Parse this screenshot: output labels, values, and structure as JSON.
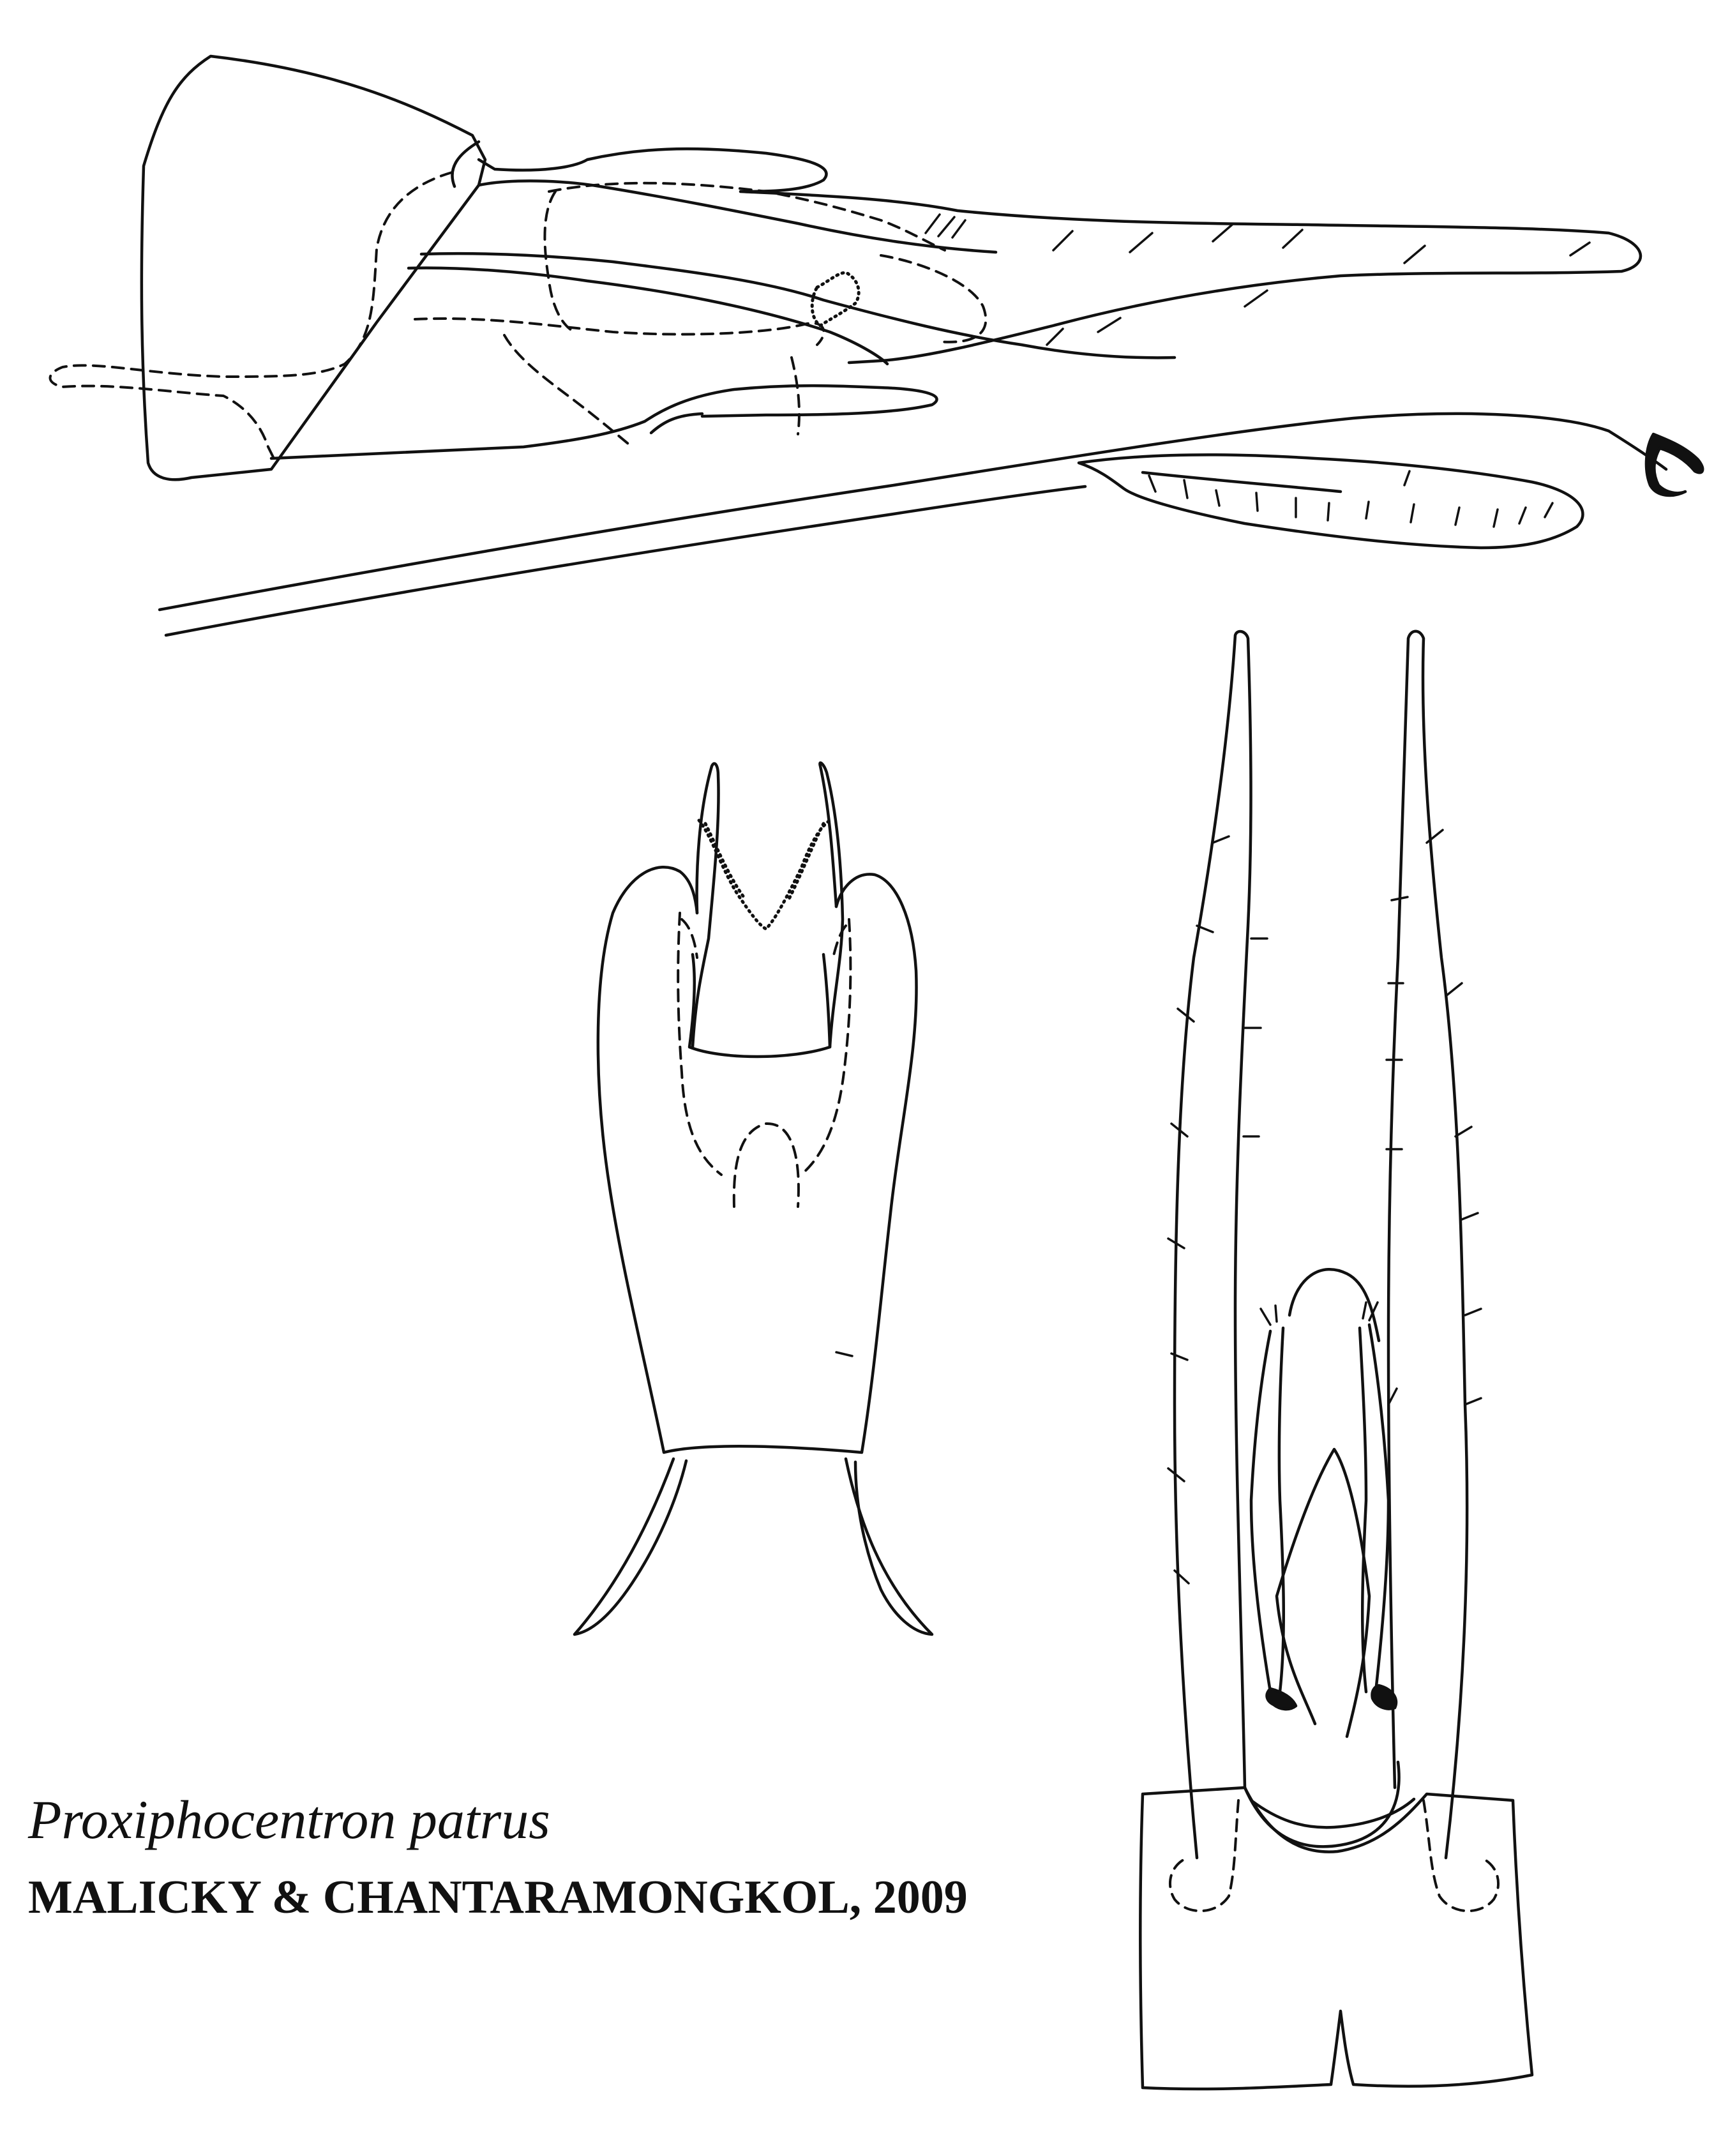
{
  "caption": {
    "species_name": "Proxiphocentron patrus",
    "authority": "MALICKY & CHANTARAMONGKOL, 2009"
  },
  "views": [
    {
      "name": "lateral-view"
    },
    {
      "name": "ventral-view"
    },
    {
      "name": "dorsal-view"
    }
  ]
}
